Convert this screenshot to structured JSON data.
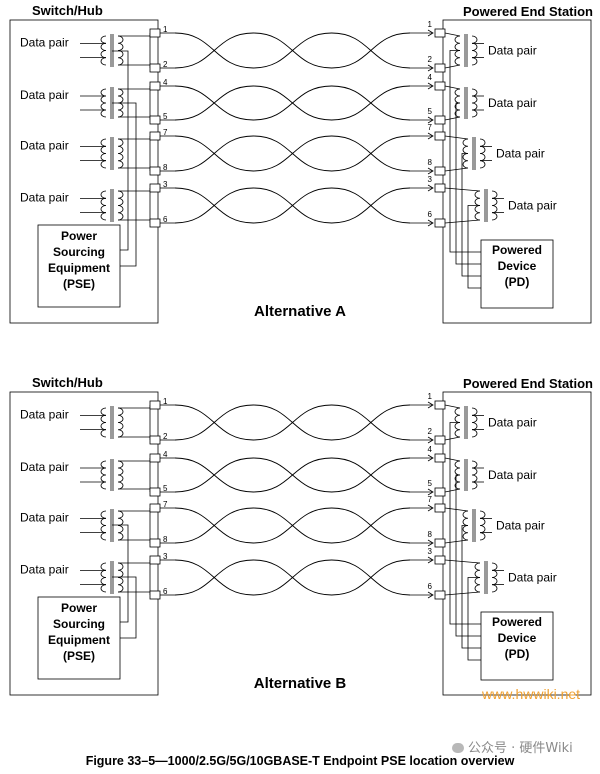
{
  "alternatives": [
    {
      "switch_title": "Switch/Hub",
      "station_title": "Powered End Station",
      "alt_label": "Alternative A",
      "pse_lines": [
        "Power",
        "Sourcing",
        "Equipment",
        "(PSE)"
      ],
      "pd_lines": [
        "Powered",
        "Device",
        "(PD)"
      ],
      "pairs": [
        {
          "left_label": "Data pair",
          "right_label": "Data pair",
          "pins": [
            "1",
            "2"
          ]
        },
        {
          "left_label": "Data pair",
          "right_label": "Data pair",
          "pins": [
            "4",
            "5"
          ]
        },
        {
          "left_label": "Data pair",
          "right_label": "Data pair",
          "pins": [
            "7",
            "8"
          ]
        },
        {
          "left_label": "Data pair",
          "right_label": "Data pair",
          "pins": [
            "3",
            "6"
          ]
        }
      ]
    },
    {
      "switch_title": "Switch/Hub",
      "station_title": "Powered End Station",
      "alt_label": "Alternative B",
      "pse_lines": [
        "Power",
        "Sourcing",
        "Equipment",
        "(PSE)"
      ],
      "pd_lines": [
        "Powered",
        "Device",
        "(PD)"
      ],
      "pairs": [
        {
          "left_label": "Data pair",
          "right_label": "Data pair",
          "pins": [
            "1",
            "2"
          ]
        },
        {
          "left_label": "Data pair",
          "right_label": "Data pair",
          "pins": [
            "4",
            "5"
          ]
        },
        {
          "left_label": "Data pair",
          "right_label": "Data pair",
          "pins": [
            "7",
            "8"
          ]
        },
        {
          "left_label": "Data pair",
          "right_label": "Data pair",
          "pins": [
            "3",
            "6"
          ]
        }
      ]
    }
  ],
  "caption": "Figure 33–5—1000/2.5G/5G/10GBASE-T Endpoint PSE location overview",
  "watermark_site": "www.hwwiki.net",
  "watermark_account": "公众号 · 硬件Wiki"
}
